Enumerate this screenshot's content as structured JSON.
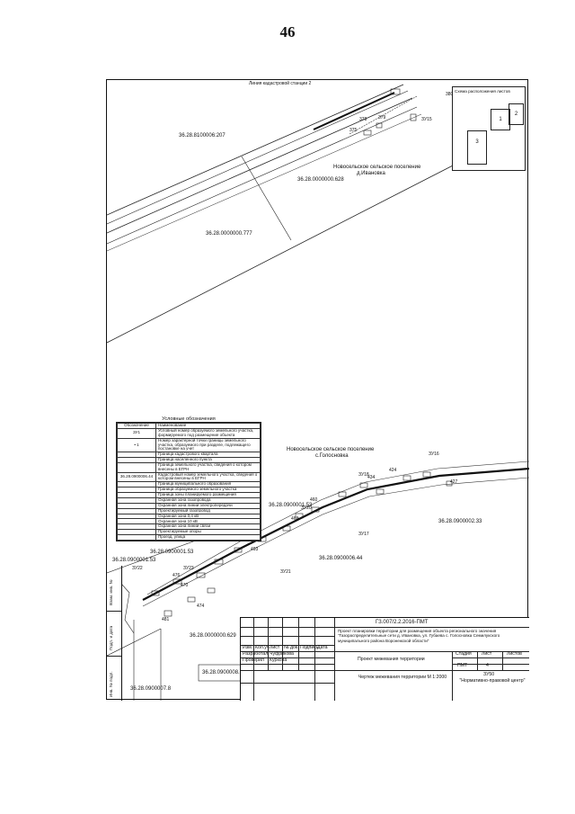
{
  "page_number": "46",
  "map": {
    "top_caption": "Линия кадастровой станции 2",
    "parcels": {
      "p207": "36.28.8100006:207",
      "p628": "36.28.0000000.628",
      "p777": "36.28.0000000.777",
      "p53a": "36.28.0900001.53",
      "p53b": "36.28.0900001.53",
      "p53c": "36.28.0900001.53",
      "p44": "36.28.0900006.44",
      "p33": "36.28.0900002.33",
      "p629": "36.28.0000000.629",
      "p22": "36.28.0900008.22",
      "p8": "36.28.0900007.8"
    },
    "settlements": {
      "north_1": "Новосельское сельское поселение",
      "north_2": "д.Ивановка",
      "mid_1": "Новосельское сельское поселение",
      "mid_2": "с.Голосновка"
    },
    "zones": {
      "zu15": "ЗУ15",
      "zu18": "ЗУ18",
      "zu16": "ЗУ16",
      "zu17": "ЗУ17",
      "zu20": "ЗУ20",
      "zu21": "ЗУ21",
      "zu22": "ЗУ22",
      "zu23": "ЗУ23"
    },
    "points": {
      "p380": "380",
      "p378": "378",
      "p379": "379",
      "p375": "375",
      "p424": "424",
      "p427": "427",
      "p434": "434",
      "p460": "460",
      "p463": "463",
      "p470": "470",
      "p474": "474",
      "p476": "476",
      "p481": "481",
      "p493": "493"
    }
  },
  "inset": {
    "title": "Схема расположения листов",
    "sheet_1": "1",
    "sheet_2": "2",
    "sheet_3": "3"
  },
  "legend": {
    "title": "Условные обозначения",
    "col_symbol": "Обозначение",
    "col_name": "Наименование",
    "rows": [
      {
        "sym": "ЗУ1",
        "text": "Условный номер образуемого земельного участка, формируемого под размещение объекта"
      },
      {
        "sym": "• 1",
        "text": "Номер характерной точки границы земельного участка, образуемого при разделе, подлежащего постановке на учет"
      },
      {
        "sym": "",
        "text": "Граница кадастрового квартала"
      },
      {
        "sym": "",
        "text": "Граница населенного пункта"
      },
      {
        "sym": "",
        "text": "Граница земельного участка, сведения о котором внесены в ЕГРН"
      },
      {
        "sym": "36.28.0900006.44",
        "text": "Кадастровый номер земельного участка, сведения о котором внесены в ЕГРН"
      },
      {
        "sym": "",
        "text": "Граница муниципального образования"
      },
      {
        "sym": "",
        "text": "Граница образуемого земельного участка"
      },
      {
        "sym": "",
        "text": "Граница зоны планируемого размещения"
      },
      {
        "sym": "",
        "text": "Охранная зона газопровода"
      },
      {
        "sym": "",
        "text": "Охранная зона линии электропередачи"
      },
      {
        "sym": "",
        "text": "Проектируемый газопровод"
      },
      {
        "sym": "",
        "text": "Охранная зона 0,4 кВ"
      },
      {
        "sym": "",
        "text": "Охранная зона 10 кВ"
      },
      {
        "sym": "",
        "text": "Охранная зона линии связи"
      },
      {
        "sym": "",
        "text": "Проектируемые опоры"
      },
      {
        "sym": "",
        "text": "Проезд, улица"
      }
    ]
  },
  "stamp": {
    "code": "ГЗ.007/2.2.2016-ПМТ",
    "project_title": "Проект планировки территории для размещения объекта регионального значения \"Газораспределительные сети д. Ивановка, ул. Губаева с. Голосновка Семилукского муниципального района Воронежской области\"",
    "roles": {
      "izm": "Изм.",
      "kol": "Кол.уч",
      "list": "Лист",
      "ndoc": "№ док.",
      "podp": "Подпись",
      "date": "Дата"
    },
    "rows": [
      {
        "role": "Разработал",
        "name": "Чуфрикова"
      },
      {
        "role": "Проверил",
        "name": "Куркова"
      }
    ],
    "section": "Проект межевания территории",
    "stage_hdr": "Стадия",
    "sheet_hdr": "Лист",
    "sheets_hdr": "Листов",
    "stage": "ПМТ",
    "sheet": "4",
    "drawing": "Чертеж межевания территории М 1:2000",
    "org_1": "ЗУ50",
    "org_2": "\"Нормативно-правовой центр\""
  },
  "side_strip": {
    "inv": "Инв. № подл.",
    "sign": "Подп. и дата",
    "vzam": "Взам. инв. №"
  }
}
